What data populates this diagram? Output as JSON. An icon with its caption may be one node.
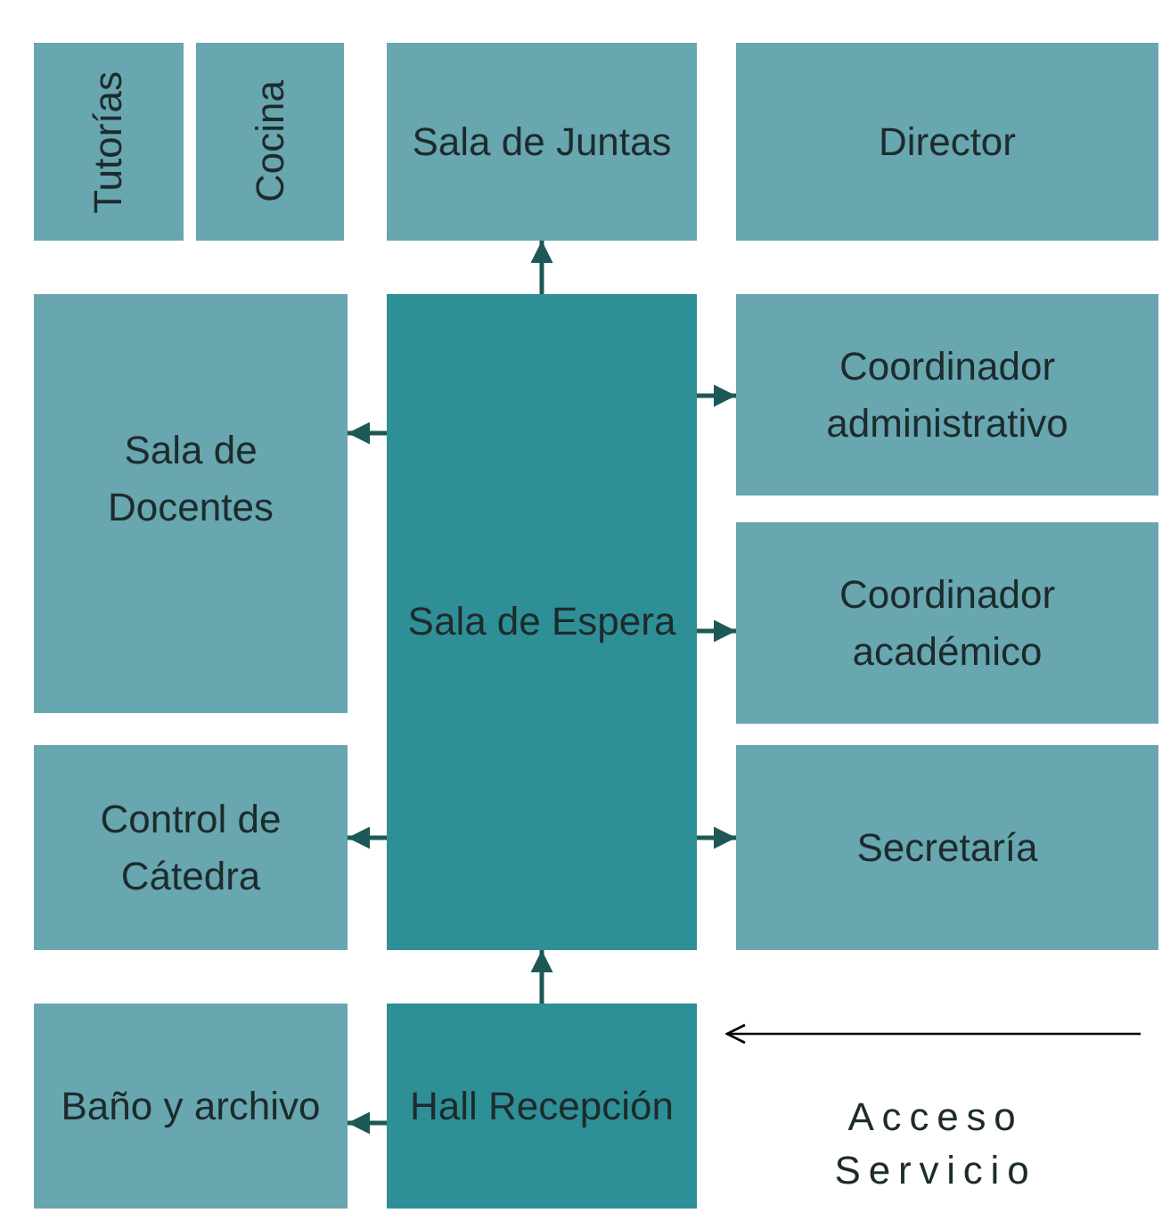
{
  "diagram": {
    "nodes": [
      {
        "text": [
          "Tutorías"
        ]
      },
      {
        "text": [
          "Cocina"
        ]
      },
      {
        "text": [
          "Sala de Juntas"
        ]
      },
      {
        "text": [
          "Director"
        ]
      },
      {
        "text": [
          "Sala de Docentes"
        ]
      },
      {
        "text": [
          "Sala de Espera"
        ]
      },
      {
        "text": [
          "Coordinador administrativo"
        ]
      },
      {
        "text": [
          "Coordinador académico"
        ]
      },
      {
        "text": [
          "Control de Cátedra"
        ]
      },
      {
        "text": [
          "Secretaría"
        ]
      },
      {
        "text": [
          "Baño y archivo"
        ]
      },
      {
        "text": [
          "Hall Recepción"
        ]
      }
    ],
    "edges": [
      {
        "from": 5,
        "to": 2,
        "arrow": "to"
      },
      {
        "from": 5,
        "to": 4,
        "arrow": "to"
      },
      {
        "from": 5,
        "to": 6,
        "arrow": "to"
      },
      {
        "from": 5,
        "to": 7,
        "arrow": "to"
      },
      {
        "from": 5,
        "to": 8,
        "arrow": "to"
      },
      {
        "from": 5,
        "to": 9,
        "arrow": "to"
      },
      {
        "from": 11,
        "to": 5,
        "arrow": "to"
      },
      {
        "from": 11,
        "to": 10,
        "arrow": "to"
      },
      {
        "from": null,
        "to": 11,
        "arrow": "to",
        "color": "#000000"
      }
    ],
    "labels": [
      "Acceso Servicio"
    ]
  }
}
